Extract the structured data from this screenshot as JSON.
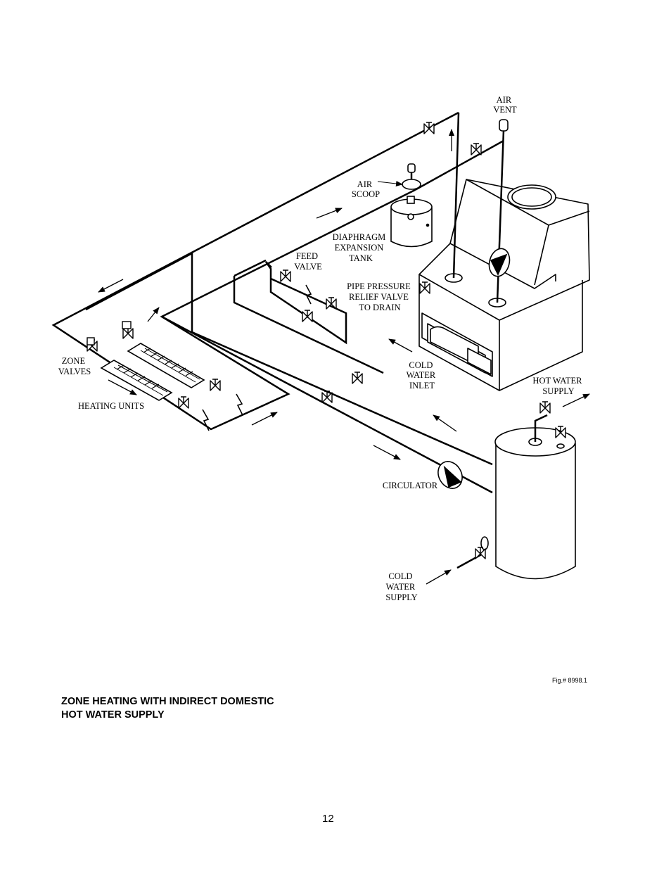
{
  "labels": {
    "air_vent": [
      "AIR",
      "VENT"
    ],
    "air_scoop": [
      "AIR",
      "SCOOP"
    ],
    "expansion_tank": [
      "DIAPHRAGM",
      "EXPANSION",
      "TANK"
    ],
    "feed_valve": [
      "FEED",
      "VALVE"
    ],
    "relief_valve": [
      "PIPE PRESSURE",
      "RELIEF VALVE",
      "TO DRAIN"
    ],
    "zone_valves": [
      "ZONE",
      "VALVES"
    ],
    "heating_units": "HEATING UNITS",
    "cold_water_inlet": [
      "COLD",
      "WATER",
      "INLET"
    ],
    "hot_water_supply": [
      "HOT WATER",
      "SUPPLY"
    ],
    "circulator": "CIRCULATOR",
    "cold_water_supply": [
      "COLD",
      "WATER",
      "SUPPLY"
    ]
  },
  "caption": {
    "line1": "ZONE HEATING  WITH  INDIRECT DOMESTIC",
    "line2": "HOT WATER SUPPLY"
  },
  "figure_number": "Fig.# 8998.1",
  "page_number": "12"
}
